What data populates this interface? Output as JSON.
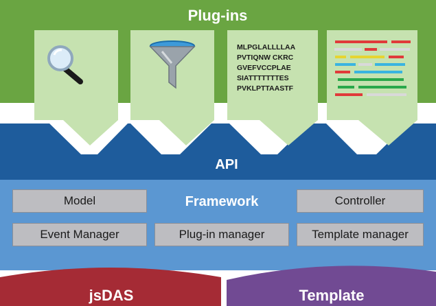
{
  "plugins": {
    "title": "Plug-ins",
    "items": [
      {
        "icon": "magnifier-icon"
      },
      {
        "icon": "funnel-icon"
      },
      {
        "icon": "sequence-text-icon",
        "lines": [
          "MLPGLALLLLAA",
          "PVTIQNW CKRC",
          "GVEFVCCPLAE",
          "SIATTTTTTTES",
          "PVKLPTTAASTF"
        ]
      },
      {
        "icon": "feature-tracks-icon"
      }
    ]
  },
  "api": {
    "title": "API"
  },
  "framework": {
    "title": "Framework",
    "boxes": {
      "model": "Model",
      "controller": "Controller",
      "event_manager": "Event Manager",
      "plugin_manager": "Plug-in manager",
      "template_manager": "Template manager"
    }
  },
  "bottom": {
    "left": "jsDAS",
    "right": "Template"
  },
  "colors": {
    "plugins_green": "#6aa542",
    "tab_green": "#c6e2b0",
    "api_blue": "#1e5c9c",
    "framework_blue": "#5b97d2",
    "jsdas_red": "#a52b35",
    "template_purple": "#714a93"
  }
}
